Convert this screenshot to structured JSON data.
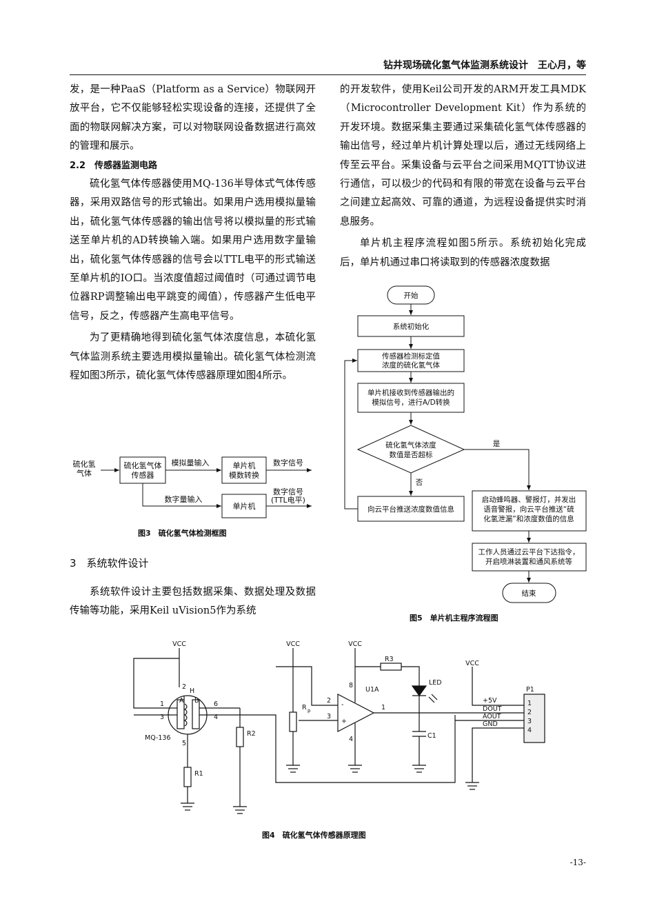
{
  "header": {
    "running_title": "钻井现场硫化氢气体监测系统设计　王心月，等"
  },
  "left_col": {
    "p1": "发，是一种PaaS（Platform as a Service）物联网开放平台，它不仅能够轻松实现设备的连接，还提供了全面的物联网解决方案，可以对物联网设备数据进行高效的管理和展示。",
    "sec_2_2": "2.2　传感器监测电路",
    "p2": "硫化氢气体传感器使用MQ-136半导体式气体传感器，采用双路信号的形式输出。如果用户选用模拟量输出，硫化氢气体传感器的输出信号将以模拟量的形式输送至单片机的AD转换输入端。如果用户选用数字量输出，硫化氢气体传感器的信号会以TTL电平的形式输送至单片机的IO口。当浓度值超过阈值时（可通过调节电位器RP调整输出电平跳变的阈值），传感器产生低电平信号，反之，传感器产生高电平信号。",
    "p3": "为了更精确地得到硫化氢气体浓度信息，本硫化氢气体监测系统主要选用模拟量输出。硫化氢气体检测流程如图3所示，硫化氢气体传感器原理如图4所示。",
    "sec_3": "3　系统软件设计",
    "p4": "系统软件设计主要包括数据采集、数据处理及数据传输等功能，采用Keil uVision5作为系统"
  },
  "right_col": {
    "p1": "的开发软件，使用Keil公司开发的ARM开发工具MDK（Microcontroller Development Kit）作为系统的开发环境。数据采集主要通过采集硫化氢气体传感器的输出信号，经过单片机计算处理以后，通过无线网络上传至云平台。采集设备与云平台之间采用MQTT协议进行通信，可以极少的代码和有限的带宽在设备与云平台之间建立起高效、可靠的通道，为远程设备提供实时消息服务。",
    "p2": "单片机主程序流程如图5所示。系统初始化完成后，单片机通过串口将读取到的传感器浓度数据"
  },
  "fig3": {
    "gas_1": "硫化氢",
    "gas_2": "气体",
    "sensor_1": "硫化氢气体",
    "sensor_2": "传感器",
    "analog_in": "模拟量输入",
    "mcu_adc_1": "单片机",
    "mcu_adc_2": "模数转换",
    "digital_sig": "数字信号",
    "digital_in": "数字量输入",
    "mcu": "单片机",
    "digital_ttl_1": "数字信号",
    "digital_ttl_2": "(TTL电平)",
    "caption": "图3　硫化氢气体检测框图"
  },
  "fig5": {
    "start": "开始",
    "init": "系统初始化",
    "detect_1": "传感器检测标定值",
    "detect_2": "浓度的硫化氢气体",
    "adc_1": "单片机接收到传感器输出的",
    "adc_2": "模拟信号，进行A/D转换",
    "dec_1": "硫化氢气体浓度",
    "dec_2": "数值是否超标",
    "yes": "是",
    "no": "否",
    "push": "向云平台推送浓度数值信息",
    "alarm_1": "启动蜂鸣器、警报灯，并发出",
    "alarm_2": "语音警报，向云平台推送“硫",
    "alarm_3": "化氢泄漏”和浓度数值的信息",
    "cmd_1": "工作人员通过云平台下达指令，",
    "cmd_2": "开启喷淋装置和通风系统等",
    "end": "结束",
    "caption": "图5　单片机主程序流程图"
  },
  "fig4": {
    "vcc": "VCC",
    "h": "H",
    "pin2": "2",
    "pin1": "1",
    "pin3": "3",
    "pin6": "6",
    "pin4": "4",
    "pin5": "5",
    "a": "A",
    "b": "B",
    "mq": "MQ-136",
    "r1": "R1",
    "r2": "R2",
    "rp": "R",
    "rp_sub": "p",
    "in2": "2",
    "in3": "3",
    "minus": "-",
    "plus": "+",
    "p8": "8",
    "p4": "4",
    "out1": "1",
    "u1a": "U1A",
    "r3": "R3",
    "led": "LED",
    "c1": "C1",
    "p1": "P1",
    "v5": "+5V",
    "dout": "DOUT",
    "aout": "AOUT",
    "gnd": "GND",
    "c_1": "1",
    "c_2": "2",
    "c_3": "3",
    "c_4": "4",
    "caption": "图4　硫化氢气体传感器原理图"
  },
  "page_number": "-13-"
}
